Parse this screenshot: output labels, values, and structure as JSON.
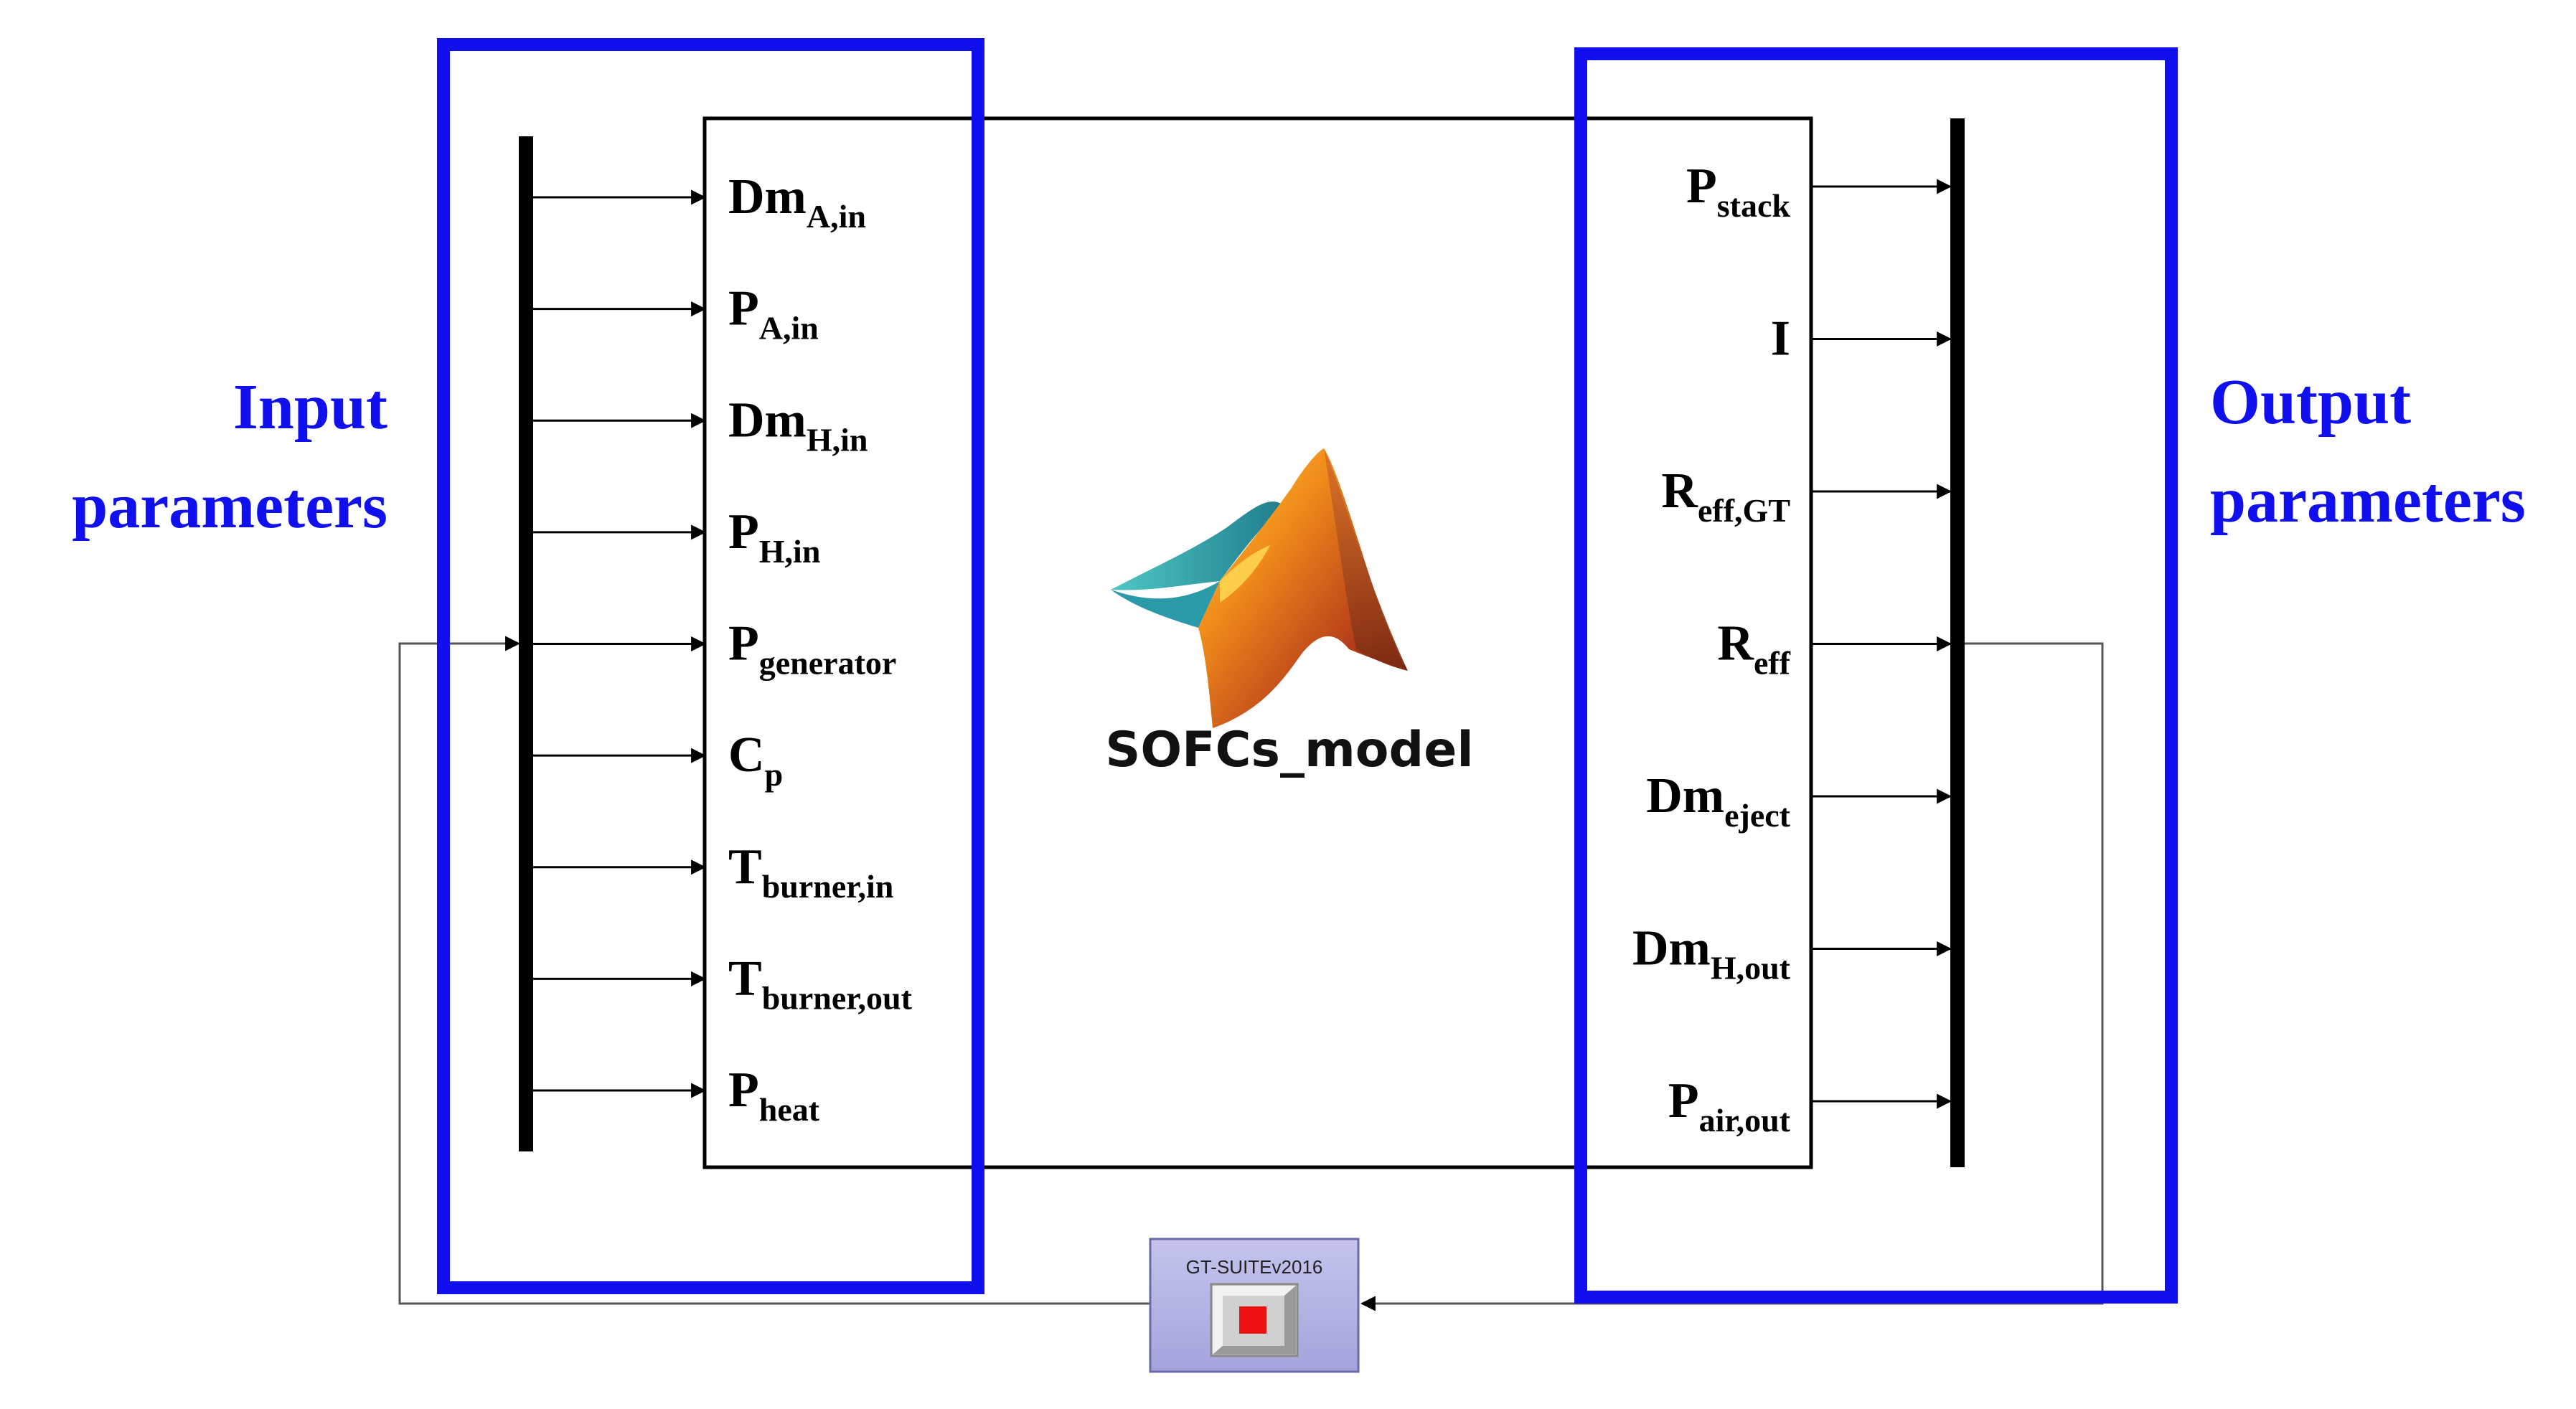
{
  "side_titles": {
    "input": [
      "Input",
      "parameters"
    ],
    "output": [
      "Output",
      "parameters"
    ]
  },
  "model": {
    "name": "SOFCs_model",
    "icon": "matlab-membrane-icon"
  },
  "inputs": [
    {
      "main": "Dm",
      "sub": "A,in"
    },
    {
      "main": "P",
      "sub": "A,in"
    },
    {
      "main": "Dm",
      "sub": "H,in"
    },
    {
      "main": "P",
      "sub": "H,in"
    },
    {
      "main": "P",
      "sub": "generator"
    },
    {
      "main": "C",
      "sub": "p"
    },
    {
      "main": "T",
      "sub": "burner,in"
    },
    {
      "main": "T",
      "sub": "burner,out"
    },
    {
      "main": "P",
      "sub": "heat"
    }
  ],
  "outputs": [
    {
      "main": "P",
      "sub": "stack"
    },
    {
      "main": "I",
      "sub": ""
    },
    {
      "main": "R",
      "sub": "eff,GT"
    },
    {
      "main": "R",
      "sub": "eff"
    },
    {
      "main": "Dm",
      "sub": "eject"
    },
    {
      "main": "Dm",
      "sub": "H,out"
    },
    {
      "main": "P",
      "sub": "air,out"
    }
  ],
  "gt_block": {
    "title": "GT-SUITEv2016",
    "icon": "stop-square-icon"
  },
  "colors": {
    "highlight": "#1010ee",
    "gt_block": "#b3b3e6",
    "stop": "#ee1111"
  }
}
